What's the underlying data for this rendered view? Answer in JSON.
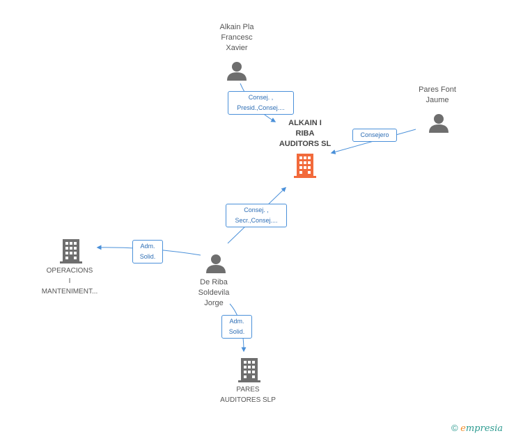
{
  "colors": {
    "edge": "#4a90d9",
    "person": "#6e6e6e",
    "company": "#6e6e6e",
    "focus_company": "#f26a3b"
  },
  "nodes": {
    "alkain": [
      "Alkain Pla",
      "Francesc",
      "Xavier"
    ],
    "pares_font": [
      "Pares Font",
      "Jaume"
    ],
    "main_company": [
      "ALKAIN I",
      "RIBA",
      "AUDITORS SL"
    ],
    "de_riba": [
      "De Riba",
      "Soldevila",
      "Jorge"
    ],
    "operacions": [
      "OPERACIONS",
      "I",
      "MANTENIMENT..."
    ],
    "pares_auditors": [
      "PARES",
      "AUDITORES SLP"
    ]
  },
  "edges": {
    "alkain_main": [
      "Consej. ,",
      "Presid.,Consej...."
    ],
    "pares_main": [
      "Consejero"
    ],
    "deriba_main": [
      "Consej. ,",
      "Secr.,Consej...."
    ],
    "deriba_operacions": [
      "Adm.",
      "Solid."
    ],
    "deriba_pares": [
      "Adm.",
      "Solid."
    ]
  },
  "footer": {
    "copyright_symbol": "©",
    "brand_first": "e",
    "brand_rest": "mpresia"
  }
}
